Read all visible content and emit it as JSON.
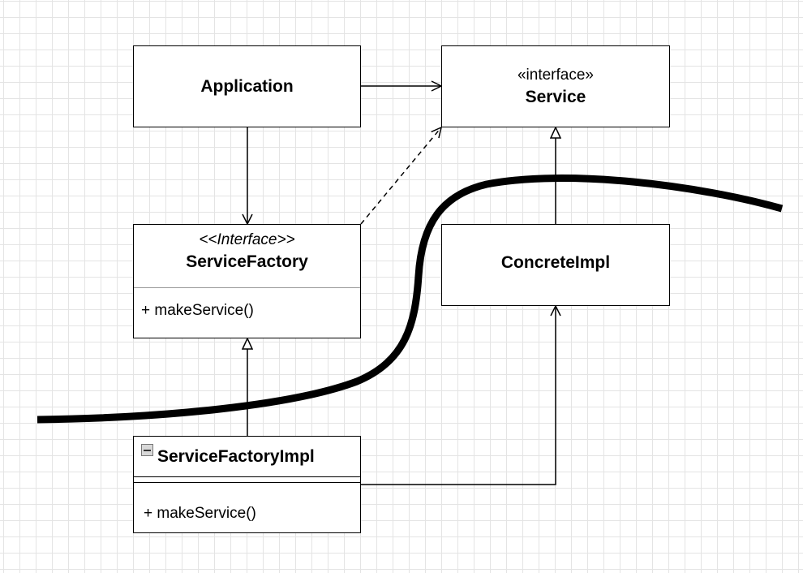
{
  "classes": {
    "application": {
      "name": "Application"
    },
    "service": {
      "stereotype": "«interface»",
      "name": "Service"
    },
    "service_factory": {
      "stereotype": "<<Interface>>",
      "name": "ServiceFactory",
      "method": "+ makeService()"
    },
    "concrete_impl": {
      "name": "ConcreteImpl"
    },
    "service_factory_impl": {
      "name": "ServiceFactoryImpl",
      "method": "+ makeService()"
    }
  },
  "relationships": [
    {
      "from": "Application",
      "to": "Service",
      "type": "association"
    },
    {
      "from": "Application",
      "to": "ServiceFactory",
      "type": "association"
    },
    {
      "from": "ServiceFactory",
      "to": "Service",
      "type": "dependency"
    },
    {
      "from": "ConcreteImpl",
      "to": "Service",
      "type": "realization"
    },
    {
      "from": "ServiceFactoryImpl",
      "to": "ServiceFactory",
      "type": "realization"
    },
    {
      "from": "ServiceFactoryImpl",
      "to": "ConcreteImpl",
      "type": "association"
    }
  ],
  "colors": {
    "line": "#000000",
    "grid": "#e4e4e4",
    "background": "#ffffff"
  }
}
